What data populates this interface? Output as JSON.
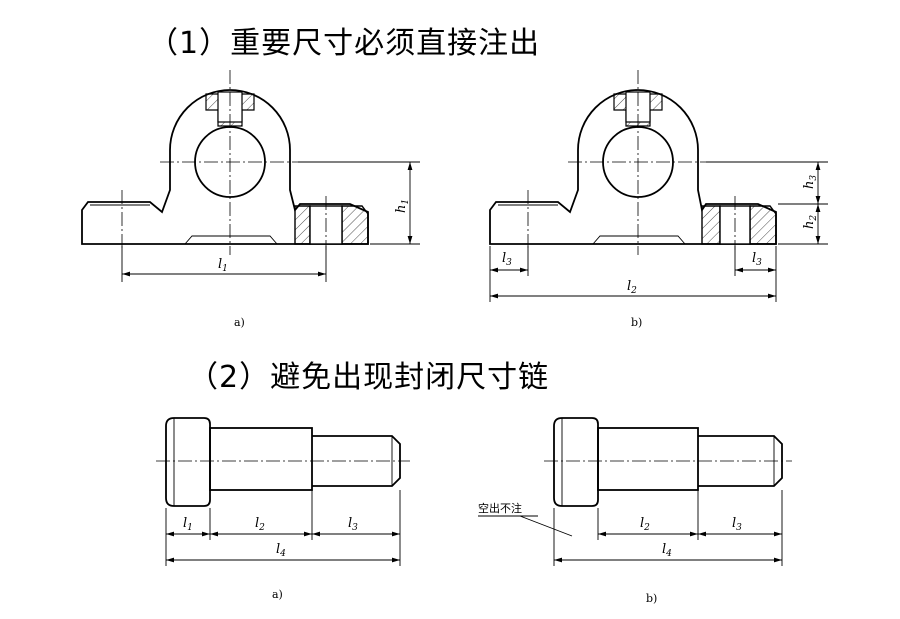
{
  "headings": {
    "section1": "（1）重要尺寸必须直接注出",
    "section2": "（2）避免出现封闭尺寸链"
  },
  "top_figure": {
    "a": {
      "caption": "a)",
      "dims": {
        "l1": "l",
        "l1_sub": "1",
        "h1": "h",
        "h1_sub": "1"
      }
    },
    "b": {
      "caption": "b)",
      "dims": {
        "l3": "l",
        "l3_sub": "3",
        "l2": "l",
        "l2_sub": "2",
        "h3": "h",
        "h3_sub": "3",
        "h2": "h",
        "h2_sub": "2"
      }
    }
  },
  "bottom_figure": {
    "a": {
      "caption": "a)",
      "dims": {
        "l1": "l",
        "l1_sub": "1",
        "l2": "l",
        "l2_sub": "2",
        "l3": "l",
        "l3_sub": "3",
        "l4": "l",
        "l4_sub": "4"
      }
    },
    "b": {
      "caption": "b)",
      "note": "空出不注",
      "dims": {
        "l2": "l",
        "l2_sub": "2",
        "l3": "l",
        "l3_sub": "3",
        "l4": "l",
        "l4_sub": "4"
      }
    }
  }
}
